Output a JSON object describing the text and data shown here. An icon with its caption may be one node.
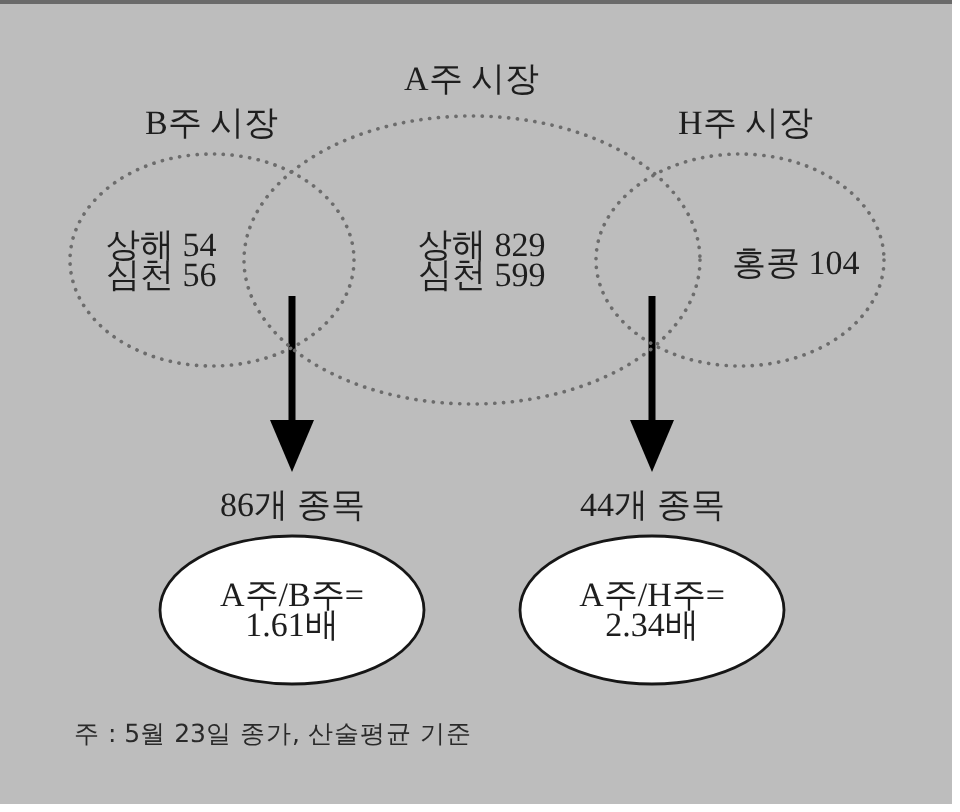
{
  "diagram": {
    "nodes": [
      {
        "text": [
          "A주 시장",
          "상해 829 심천 599"
        ]
      },
      {
        "text": [
          "B주 시장",
          "상해 54 심천 56"
        ]
      },
      {
        "text": [
          "H주 시장",
          "홍콩 104"
        ]
      },
      {
        "text": [
          "86개 종목",
          "A주/B주= 1.61배"
        ]
      },
      {
        "text": [
          "44개 종목",
          "A주/H주= 2.34배"
        ]
      }
    ],
    "edges": [
      {
        "from": 0,
        "to": 3,
        "arrow": "to"
      },
      {
        "from": 1,
        "to": 3,
        "arrow": "to"
      },
      {
        "from": 0,
        "to": 4,
        "arrow": "to"
      },
      {
        "from": 2,
        "to": 4,
        "arrow": "to"
      }
    ],
    "labels": [
      "주 : 5월 23일 종가, 산술평균 기준"
    ]
  }
}
